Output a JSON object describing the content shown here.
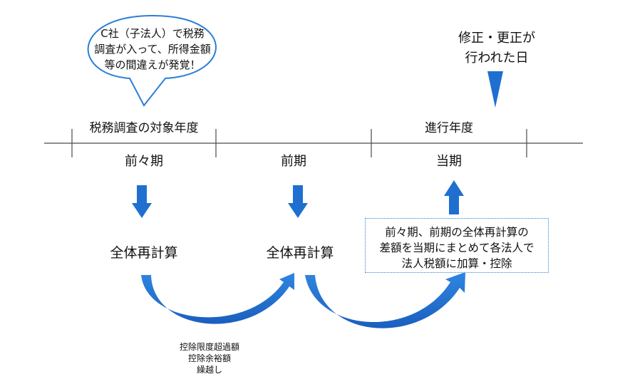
{
  "bubble": {
    "lines": [
      "C社（子法人）で税務",
      "調査が入って、所得金額",
      "等の間違えが発覚！"
    ]
  },
  "right_title": {
    "lines": [
      "修正・更正が",
      "行われた日"
    ]
  },
  "timeline": {
    "audit_range_label": "税務調査の対象年度",
    "current_range_label": "進行年度",
    "periods": [
      "前々期",
      "前期",
      "当期"
    ]
  },
  "recalc_label": "全体再計算",
  "adjustment_note": {
    "lines": [
      "前々期、前期の全体再計算の",
      "差額を当期にまとめて各法人で",
      "法人税額に加算・控除"
    ]
  },
  "carryover_note": {
    "lines": [
      "控除限度超過額",
      "控除余裕額",
      "繰越し"
    ]
  },
  "colors": {
    "accent": "#1f6fd1",
    "line": "#4a4a4a",
    "bubble_border": "#2b7fd6",
    "note_border": "#2b7fd6"
  }
}
